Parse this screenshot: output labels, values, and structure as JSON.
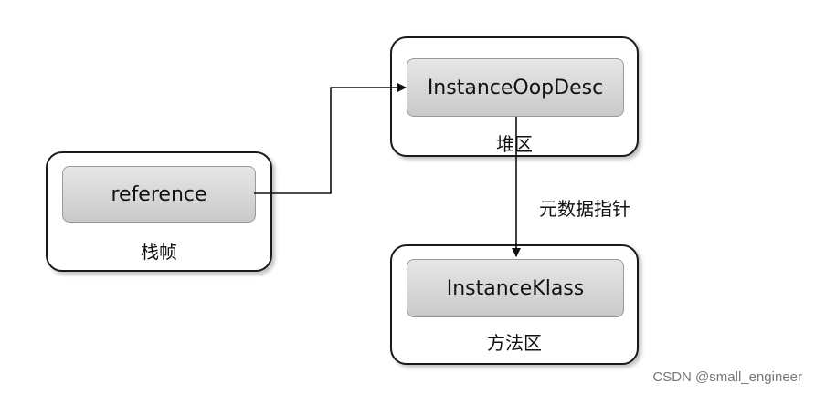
{
  "regions": {
    "stack_frame": {
      "label": "栈帧",
      "node": "reference"
    },
    "heap": {
      "label": "堆区",
      "node": "InstanceOopDesc"
    },
    "method_area": {
      "label": "方法区",
      "node": "InstanceKlass"
    }
  },
  "edges": {
    "metadata_pointer_label": "元数据指针"
  },
  "watermark": "CSDN @small_engineer"
}
